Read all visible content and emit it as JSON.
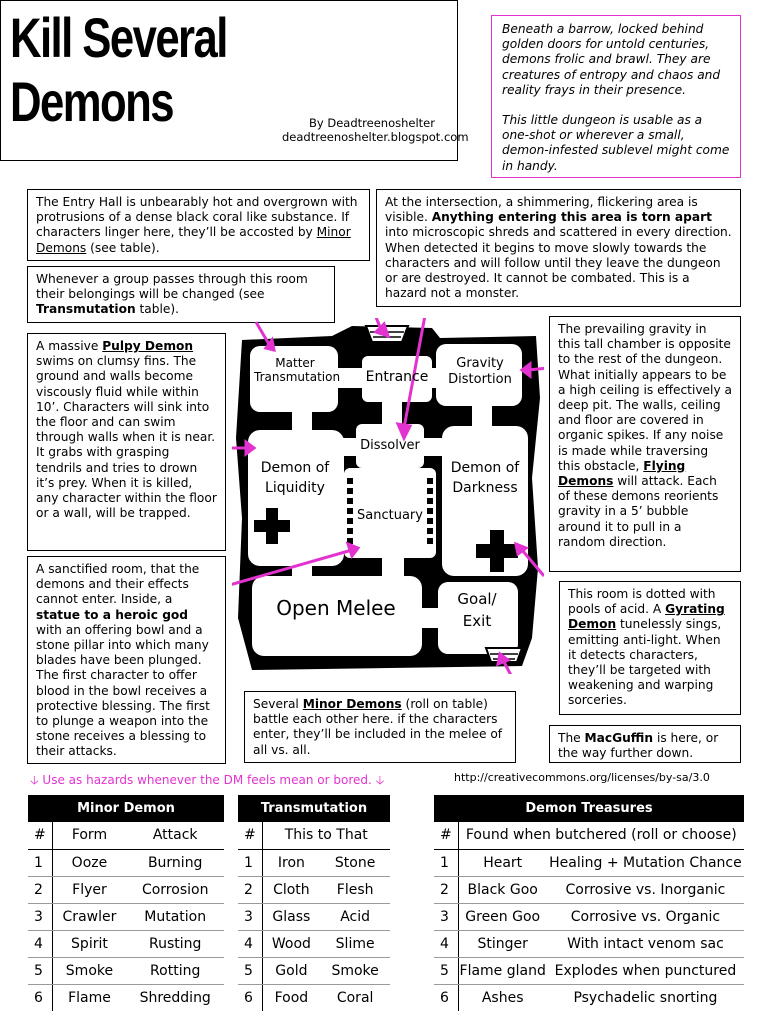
{
  "header": {
    "title_line1": "Kill Several",
    "title_line2": "Demons",
    "byline_1": "By Deadtreenoshelter",
    "byline_2": "deadtreenoshelter.blogspot.com"
  },
  "intro": {
    "p1": "Beneath a barrow, locked behind golden doors for untold centuries, demons frolic and brawl. They are creatures of entropy and chaos and reality frays in their presence.",
    "p2": "This little dungeon is usable as a one-shot or wherever a small, demon-infested sublevel might come in handy."
  },
  "boxes": {
    "entry_hall": {
      "t1": "The Entry Hall is unbearably hot and overgrown with protrusions of a dense black coral like substance. If characters linger here, they’ll be accosted by ",
      "u1": "Minor Demons",
      "t2": " (see table)."
    },
    "transmutation": {
      "t1": "Whenever a group passes through this room their belongings will be changed (see ",
      "b1": "Transmutation",
      "t2": " table)."
    },
    "dissolver": {
      "t1": "At the intersection, a shimmering, flickering area is visible. ",
      "b1": "Anything entering this area is torn apart",
      "t2": " into microscopic shreds and scattered in every direction. When detected it begins to move slowly towards the characters and will follow until they leave the dungeon or are destroyed. It cannot be combated. This is a hazard not a monster."
    },
    "liquidity": {
      "t1": "A massive ",
      "bu1": "Pulpy Demon",
      "t2": " swims on clumsy fins. The ground and walls become viscously fluid while within 10’. Characters will sink into the floor and can swim through walls when it is near. It grabs with grasping tendrils and tries to drown it’s prey.  When it is killed, any character within the floor or a wall, will be trapped."
    },
    "gravity": {
      "t1": "The prevailing gravity in this tall chamber is opposite to the rest of the dungeon. What initially appears to be a high ceiling is effectively a deep pit. The walls, ceiling and floor are covered in organic spikes.  If any noise is made while traversing this obstacle, ",
      "bu1": "Flying Demons",
      "t2": " will attack. Each of these demons reorients gravity in a 5’ bubble around it to pull in a random direction."
    },
    "sanctuary": {
      "t1": "A sanctified room, that the demons and their effects cannot enter. Inside, a ",
      "b1": "statue to a heroic god",
      "t2": " with an offering bowl and a stone pillar into which many blades have been plunged. The first character to offer blood in the bowl receives a protective blessing. The first to plunge a weapon into the stone receives a blessing to their attacks."
    },
    "darkness": {
      "t1": "This room is dotted with pools of acid. A ",
      "bu1": "Gyrating Demon",
      "t2": " tunelessly sings, emitting anti-light. When it detects characters, they’ll be targeted with weakening and warping sorceries."
    },
    "melee": {
      "t1": "Several ",
      "bu1": "Minor Demons",
      "t2": " (roll on table) battle each other here. if the characters enter, they’ll be included in the melee of all vs. all."
    },
    "goal": {
      "t1": "The ",
      "b1": "MacGuffin",
      "t2": " is here, or the way further down."
    }
  },
  "map": {
    "matter": "Matter Transmutation",
    "entrance": "Entrance",
    "gravity": "Gravity Distortion",
    "dissolver": "Dissolver",
    "liquidity": "Demon of Liquidity",
    "sanctuary": "Sanctuary",
    "darkness": "Demon of Darkness",
    "melee": "Open Melee",
    "goal": "Goal/ Exit"
  },
  "footer": {
    "hazard_note": "🡣 Use as hazards whenever the DM feels mean or bored. 🡣",
    "cc_url": "http://creativecommons.org/licenses/by-sa/3.0"
  },
  "tables": {
    "minor": {
      "title": "Minor Demon",
      "col_idx": "#",
      "col_a": "Form",
      "col_b": "Attack",
      "rows": [
        [
          "1",
          "Ooze",
          "Burning"
        ],
        [
          "2",
          "Flyer",
          "Corrosion"
        ],
        [
          "3",
          "Crawler",
          "Mutation"
        ],
        [
          "4",
          "Spirit",
          "Rusting"
        ],
        [
          "5",
          "Smoke",
          "Rotting"
        ],
        [
          "6",
          "Flame",
          "Shredding"
        ]
      ]
    },
    "trans": {
      "title": "Transmutation",
      "col_idx": "#",
      "col_a": "This to That",
      "rows": [
        [
          "1",
          "Iron",
          "Stone"
        ],
        [
          "2",
          "Cloth",
          "Flesh"
        ],
        [
          "3",
          "Glass",
          "Acid"
        ],
        [
          "4",
          "Wood",
          "Slime"
        ],
        [
          "5",
          "Gold",
          "Smoke"
        ],
        [
          "6",
          "Food",
          "Coral"
        ]
      ]
    },
    "treasure": {
      "title": "Demon Treasures",
      "col_idx": "#",
      "col_a": "Found when butchered (roll or choose)",
      "rows": [
        [
          "1",
          "Heart",
          "Healing + Mutation Chance"
        ],
        [
          "2",
          "Black Goo",
          "Corrosive vs. Inorganic"
        ],
        [
          "3",
          "Green Goo",
          "Corrosive vs. Organic"
        ],
        [
          "4",
          "Stinger",
          "With intact venom sac"
        ],
        [
          "5",
          "Flame gland",
          "Explodes when punctured"
        ],
        [
          "6",
          "Ashes",
          "Psychadelic snorting"
        ]
      ]
    }
  },
  "colors": {
    "accent": "#e233d0",
    "ink": "#000000"
  }
}
